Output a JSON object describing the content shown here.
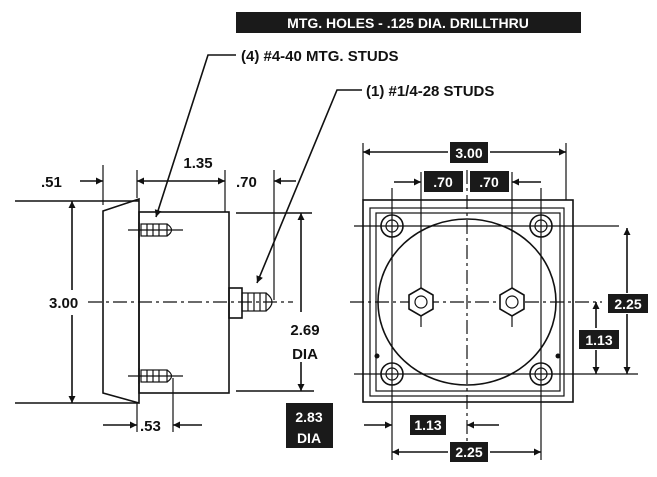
{
  "notes": {
    "mounting_holes": "MTG. HOLES - .125 DIA. DRILLTHRU",
    "mounting_studs": "(4) #4-40 MTG. STUDS",
    "terminal_studs": "(1) #1/4-28 STUDS"
  },
  "side_view": {
    "bezel_offset": ".51",
    "body_depth": "1.35",
    "stud_length": ".70",
    "overall_height": "3.00",
    "body_diameter": "2.69",
    "body_diameter_unit": "DIA",
    "stud_offset": ".53",
    "cutout_diameter": "2.83",
    "cutout_diameter_unit": "DIA"
  },
  "front_view": {
    "overall_width": "3.00",
    "stud_spacing_left": ".70",
    "stud_spacing_right": ".70",
    "hole_spacing_vertical": "2.25",
    "half_vertical": "1.13",
    "half_horizontal": "1.13",
    "hole_spacing_horizontal": "2.25"
  }
}
